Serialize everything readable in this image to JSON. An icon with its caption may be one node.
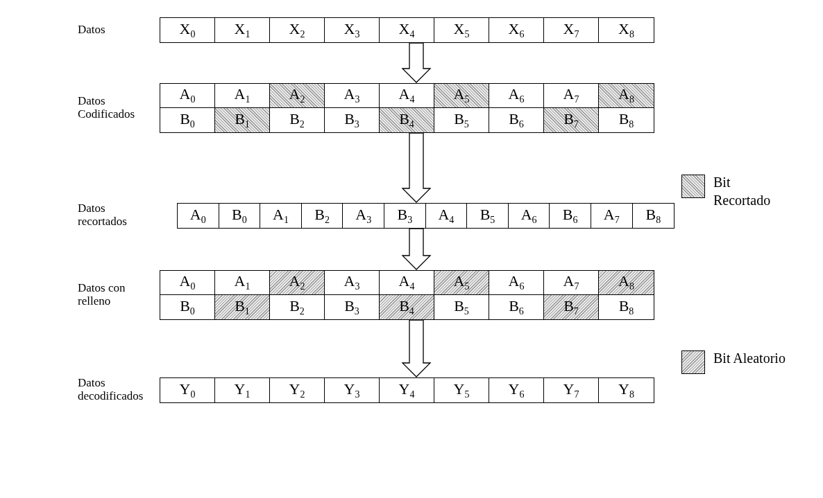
{
  "diagram": {
    "nodes": [
      {
        "text": [
          "Datos"
        ]
      },
      {
        "text": [
          "X$_{0}$"
        ],
        "in": 0
      },
      {
        "text": [
          "X$_{1}$"
        ],
        "in": 0
      },
      {
        "text": [
          "X$_{2}$"
        ],
        "in": 0
      },
      {
        "text": [
          "X$_{3}$"
        ],
        "in": 0
      },
      {
        "text": [
          "X$_{4}$"
        ],
        "in": 0
      },
      {
        "text": [
          "X$_{5}$"
        ],
        "in": 0
      },
      {
        "text": [
          "X$_{6}$"
        ],
        "in": 0
      },
      {
        "text": [
          "X$_{7}$"
        ],
        "in": 0
      },
      {
        "text": [
          "X$_{8}$"
        ],
        "in": 0
      },
      {
        "text": [
          "Datos Codificados"
        ]
      },
      {
        "text": [
          "A$_{0}$"
        ],
        "in": 10
      },
      {
        "text": [
          "A$_{1}$"
        ],
        "in": 10
      },
      {
        "text": [
          "A$_{2}$"
        ],
        "in": 10
      },
      {
        "text": [
          "A$_{3}$"
        ],
        "in": 10
      },
      {
        "text": [
          "A$_{4}$"
        ],
        "in": 10
      },
      {
        "text": [
          "A$_{5}$"
        ],
        "in": 10
      },
      {
        "text": [
          "A$_{6}$"
        ],
        "in": 10
      },
      {
        "text": [
          "A$_{7}$"
        ],
        "in": 10
      },
      {
        "text": [
          "A$_{8}$"
        ],
        "in": 10
      },
      {
        "text": [
          "B$_{0}$"
        ],
        "in": 10
      },
      {
        "text": [
          "B$_{1}$"
        ],
        "in": 10
      },
      {
        "text": [
          "B$_{2}$"
        ],
        "in": 10
      },
      {
        "text": [
          "B$_{3}$"
        ],
        "in": 10
      },
      {
        "text": [
          "B$_{4}$"
        ],
        "in": 10
      },
      {
        "text": [
          "B$_{5}$"
        ],
        "in": 10
      },
      {
        "text": [
          "B$_{6}$"
        ],
        "in": 10
      },
      {
        "text": [
          "B$_{7}$"
        ],
        "in": 10
      },
      {
        "text": [
          "B$_{8}$"
        ],
        "in": 10
      },
      {
        "text": [
          "Datos recortados"
        ]
      },
      {
        "text": [
          "A$_{0}$"
        ],
        "in": 29
      },
      {
        "text": [
          "B$_{0}$"
        ],
        "in": 29
      },
      {
        "text": [
          "A$_{1}$"
        ],
        "in": 29
      },
      {
        "text": [
          "B$_{2}$"
        ],
        "in": 29
      },
      {
        "text": [
          "A$_{3}$"
        ],
        "in": 29
      },
      {
        "text": [
          "B$_{3}$"
        ],
        "in": 29
      },
      {
        "text": [
          "A$_{4}$"
        ],
        "in": 29
      },
      {
        "text": [
          "B$_{5}$"
        ],
        "in": 29
      },
      {
        "text": [
          "A$_{6}$"
        ],
        "in": 29
      },
      {
        "text": [
          "B$_{6}$"
        ],
        "in": 29
      },
      {
        "text": [
          "A$_{7}$"
        ],
        "in": 29
      },
      {
        "text": [
          "B$_{8}$"
        ],
        "in": 29
      },
      {
        "text": [
          "Datos con relleno"
        ]
      },
      {
        "text": [
          "A$_{0}$"
        ],
        "in": 42
      },
      {
        "text": [
          "A$_{1}$"
        ],
        "in": 42
      },
      {
        "text": [
          "A$_{2}$"
        ],
        "in": 42
      },
      {
        "text": [
          "A$_{3}$"
        ],
        "in": 42
      },
      {
        "text": [
          "A$_{4}$"
        ],
        "in": 42
      },
      {
        "text": [
          "A$_{5}$"
        ],
        "in": 42
      },
      {
        "text": [
          "A$_{6}$"
        ],
        "in": 42
      },
      {
        "text": [
          "A$_{7}$"
        ],
        "in": 42
      },
      {
        "text": [
          "A$_{8}$"
        ],
        "in": 42
      },
      {
        "text": [
          "B$_{0}$"
        ],
        "in": 42
      },
      {
        "text": [
          "B$_{1}$"
        ],
        "in": 42
      },
      {
        "text": [
          "B$_{2}$"
        ],
        "in": 42
      },
      {
        "text": [
          "B$_{3}$"
        ],
        "in": 42
      },
      {
        "text": [
          "B$_{4}$"
        ],
        "in": 42
      },
      {
        "text": [
          "B$_{5}$"
        ],
        "in": 42
      },
      {
        "text": [
          "B$_{6}$"
        ],
        "in": 42
      },
      {
        "text": [
          "B$_{7}$"
        ],
        "in": 42
      },
      {
        "text": [
          "B$_{8}$"
        ],
        "in": 42
      },
      {
        "text": [
          "Datos decodificados"
        ]
      },
      {
        "text": [
          "Y$_{0}$"
        ],
        "in": 61
      },
      {
        "text": [
          "Y$_{1}$"
        ],
        "in": 61
      },
      {
        "text": [
          "Y$_{2}$"
        ],
        "in": 61
      },
      {
        "text": [
          "Y$_{3}$"
        ],
        "in": 61
      },
      {
        "text": [
          "Y$_{4}$"
        ],
        "in": 61
      },
      {
        "text": [
          "Y$_{5}$"
        ],
        "in": 61
      },
      {
        "text": [
          "Y$_{6}$"
        ],
        "in": 61
      },
      {
        "text": [
          "Y$_{7}$"
        ],
        "in": 61
      },
      {
        "text": [
          "Y$_{8}$"
        ],
        "in": 61
      }
    ],
    "edges": [
      {
        "from": 0,
        "to": 10,
        "arrow": "to"
      },
      {
        "from": 10,
        "to": 29,
        "arrow": "to"
      },
      {
        "from": 29,
        "to": 42,
        "arrow": "to"
      },
      {
        "from": 42,
        "to": 61,
        "arrow": "to"
      }
    ],
    "legend": [
      {
        "text": "Bit Recortado"
      },
      {
        "text": "Bit Aleatorio"
      }
    ]
  }
}
